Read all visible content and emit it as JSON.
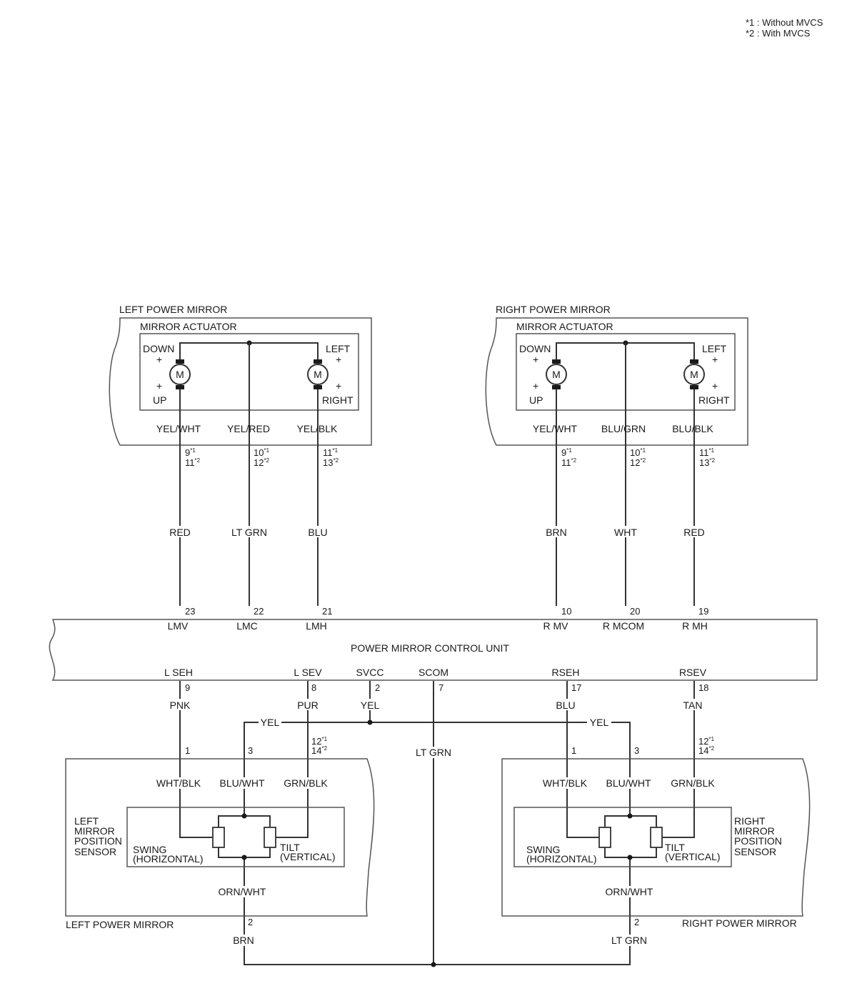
{
  "notes": [
    "*1 : Without MVCS",
    "*2 : With MVCS"
  ],
  "control_unit": {
    "title": "POWER MIRROR CONTROL UNIT",
    "top_terminals": [
      {
        "pin": "23",
        "name": "LMV",
        "wire": "RED"
      },
      {
        "pin": "22",
        "name": "LMC",
        "wire": "LT GRN"
      },
      {
        "pin": "21",
        "name": "LMH",
        "wire": "BLU"
      },
      {
        "pin": "10",
        "name": "R MV",
        "wire": "BRN"
      },
      {
        "pin": "20",
        "name": "R MCOM",
        "wire": "WHT"
      },
      {
        "pin": "19",
        "name": "R MH",
        "wire": "RED"
      }
    ],
    "bottom_terminals": [
      {
        "pin": "9",
        "name": "L SEH",
        "wire": "PNK"
      },
      {
        "pin": "8",
        "name": "L SEV",
        "wire": "PUR"
      },
      {
        "pin": "2",
        "name": "SVCC",
        "wire": "YEL"
      },
      {
        "pin": "7",
        "name": "SCOM",
        "wire": "LT GRN"
      },
      {
        "pin": "17",
        "name": "RSEH",
        "wire": "BLU"
      },
      {
        "pin": "18",
        "name": "RSEV",
        "wire": "TAN"
      }
    ]
  },
  "left_mirror": {
    "title": "LEFT POWER MIRROR",
    "actuator_title": "MIRROR ACTUATOR",
    "down": "DOWN",
    "up": "UP",
    "left": "LEFT",
    "right": "RIGHT",
    "plus": "+",
    "motor_label": "M",
    "wires": [
      "YEL/WHT",
      "YEL/RED",
      "YEL/BLK"
    ],
    "pins": [
      [
        "9",
        "*1",
        "11",
        "*2"
      ],
      [
        "10",
        "*1",
        "12",
        "*2"
      ],
      [
        "11",
        "*1",
        "13",
        "*2"
      ]
    ]
  },
  "right_mirror": {
    "title": "RIGHT POWER MIRROR",
    "actuator_title": "MIRROR ACTUATOR",
    "down": "DOWN",
    "up": "UP",
    "left": "LEFT",
    "right": "RIGHT",
    "plus": "+",
    "motor_label": "M",
    "wires": [
      "YEL/WHT",
      "BLU/GRN",
      "BLU/BLK"
    ],
    "pins": [
      [
        "9",
        "*1",
        "11",
        "*2"
      ],
      [
        "10",
        "*1",
        "12",
        "*2"
      ],
      [
        "11",
        "*1",
        "13",
        "*2"
      ]
    ]
  },
  "left_sensor": {
    "label_lines": [
      "LEFT",
      "MIRROR",
      "POSITION",
      "SENSOR"
    ],
    "swing": [
      "SWING",
      "(HORIZONTAL)"
    ],
    "tilt": [
      "TILT",
      "(VERTICAL)"
    ],
    "wires_top": [
      "WHT/BLK",
      "BLU/WHT",
      "GRN/BLK"
    ],
    "pins_top": [
      "1",
      "3"
    ],
    "pin_multi": [
      "12",
      "*1",
      "14",
      "*2"
    ],
    "wire_bottom": "ORN/WHT",
    "pin_bottom": "2",
    "harness_bottom": "BRN",
    "mirror_label": "LEFT POWER MIRROR"
  },
  "right_sensor": {
    "label_lines": [
      "RIGHT",
      "MIRROR",
      "POSITION",
      "SENSOR"
    ],
    "swing": [
      "SWING",
      "(HORIZONTAL)"
    ],
    "tilt": [
      "TILT",
      "(VERTICAL)"
    ],
    "wires_top": [
      "WHT/BLK",
      "BLU/WHT",
      "GRN/BLK"
    ],
    "pins_top": [
      "1",
      "3"
    ],
    "pin_multi": [
      "12",
      "*1",
      "14",
      "*2"
    ],
    "wire_bottom": "ORN/WHT",
    "pin_bottom": "2",
    "harness_bottom": "LT GRN",
    "mirror_label": "RIGHT POWER MIRROR"
  },
  "svcc_branches": [
    "YEL",
    "YEL"
  ],
  "scom_wire": "LT GRN"
}
